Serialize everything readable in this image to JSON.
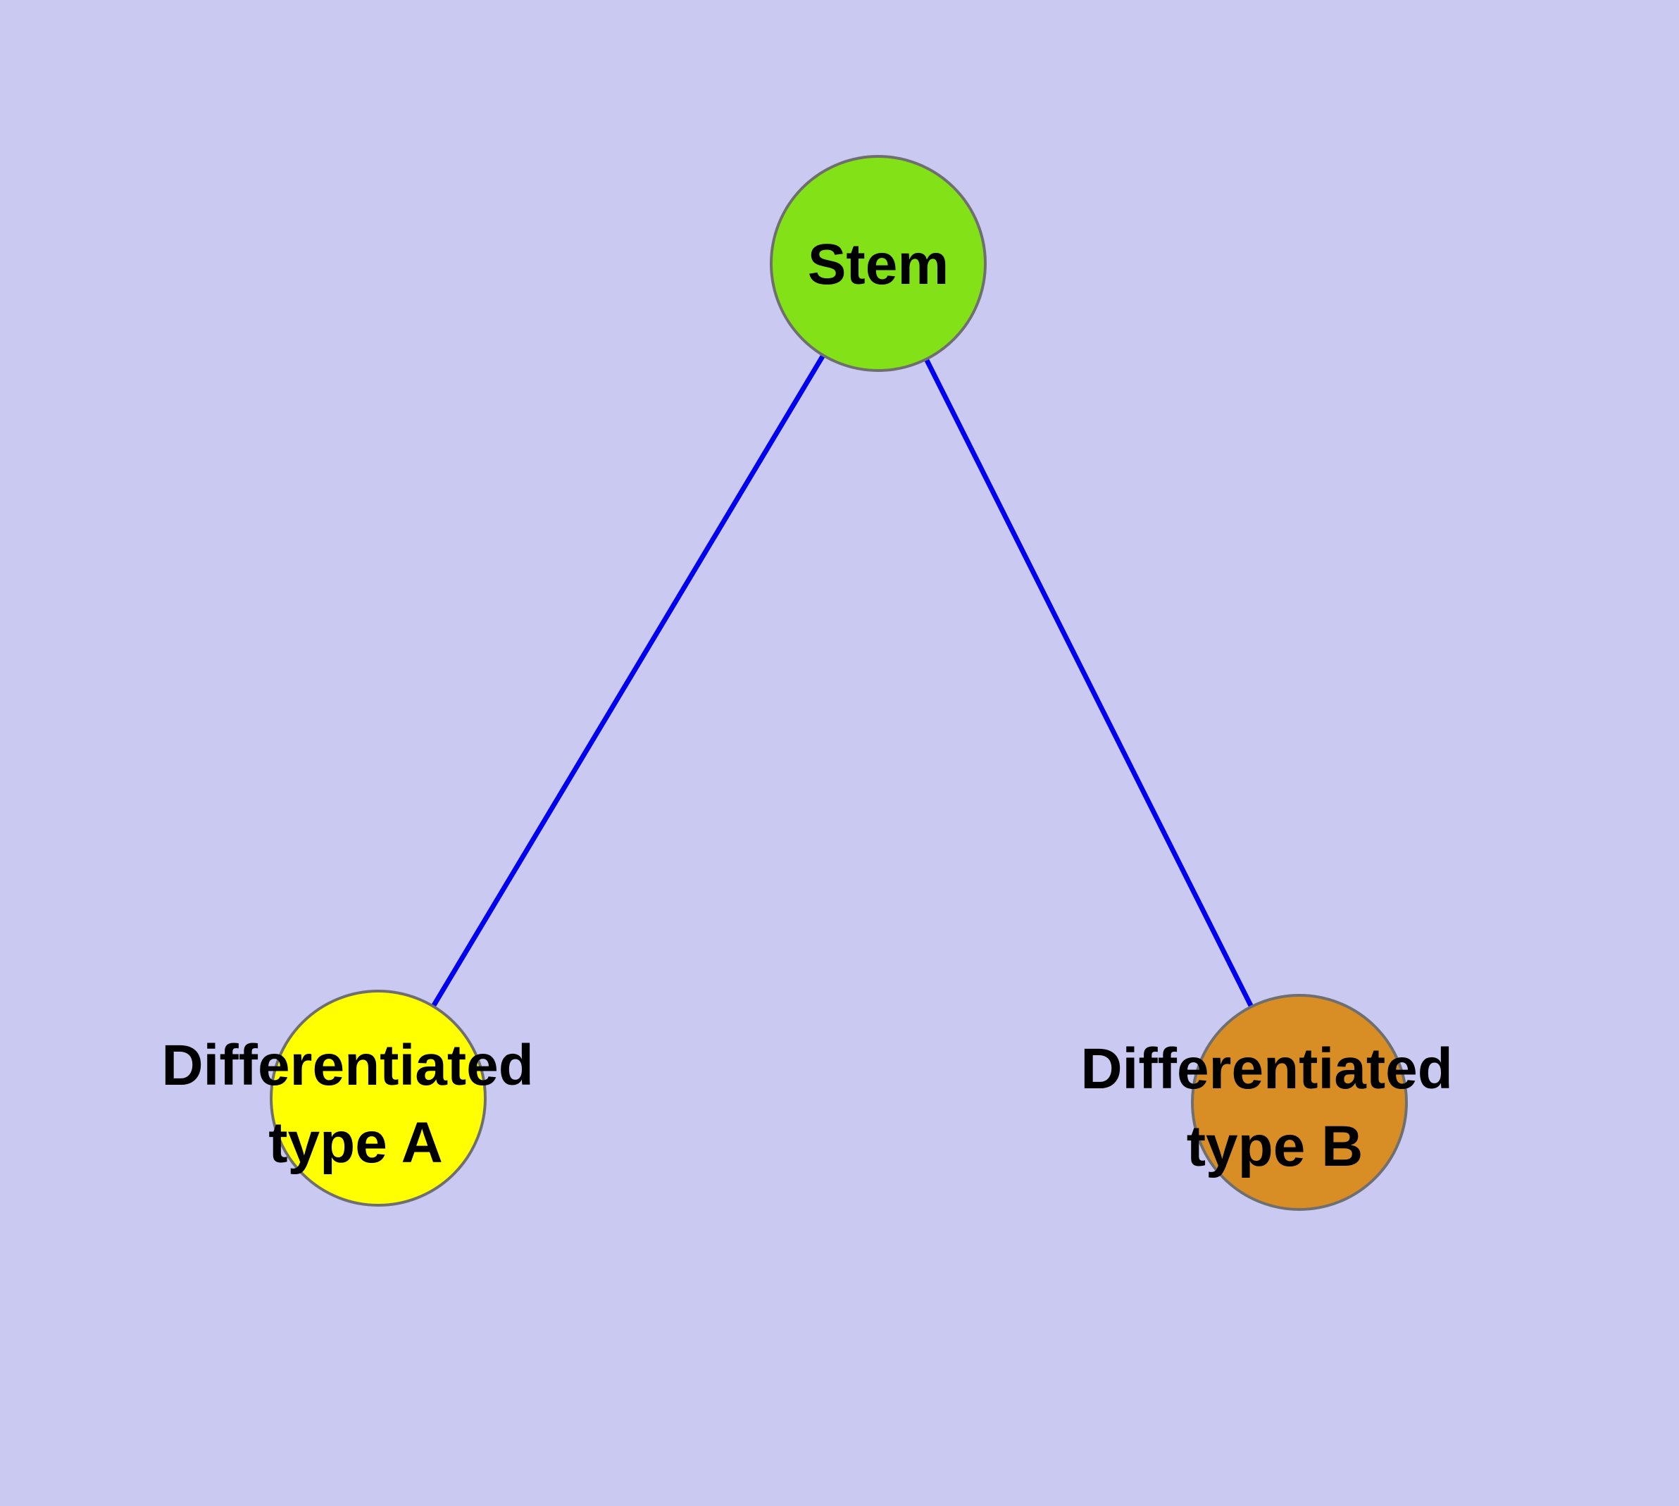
{
  "diagram": {
    "type": "graph",
    "description": "Stem cell differentiation graph with one parent node and two child nodes",
    "background_color": "#c9c9f2",
    "edge_color": "#0000ee",
    "node_border_color": "#6f6f6f",
    "nodes": [
      {
        "id": "stem",
        "color": "#83e117",
        "label_lines": [
          "Stem"
        ]
      },
      {
        "id": "diff-a",
        "color": "#ffff00",
        "label_lines": [
          "Differentiated",
          "type A"
        ]
      },
      {
        "id": "diff-b",
        "color": "#d98e25",
        "label_lines": [
          "Differentiated",
          "type B"
        ]
      }
    ],
    "edges": [
      {
        "from": "stem",
        "to": "diff-a"
      },
      {
        "from": "stem",
        "to": "diff-b"
      }
    ]
  }
}
